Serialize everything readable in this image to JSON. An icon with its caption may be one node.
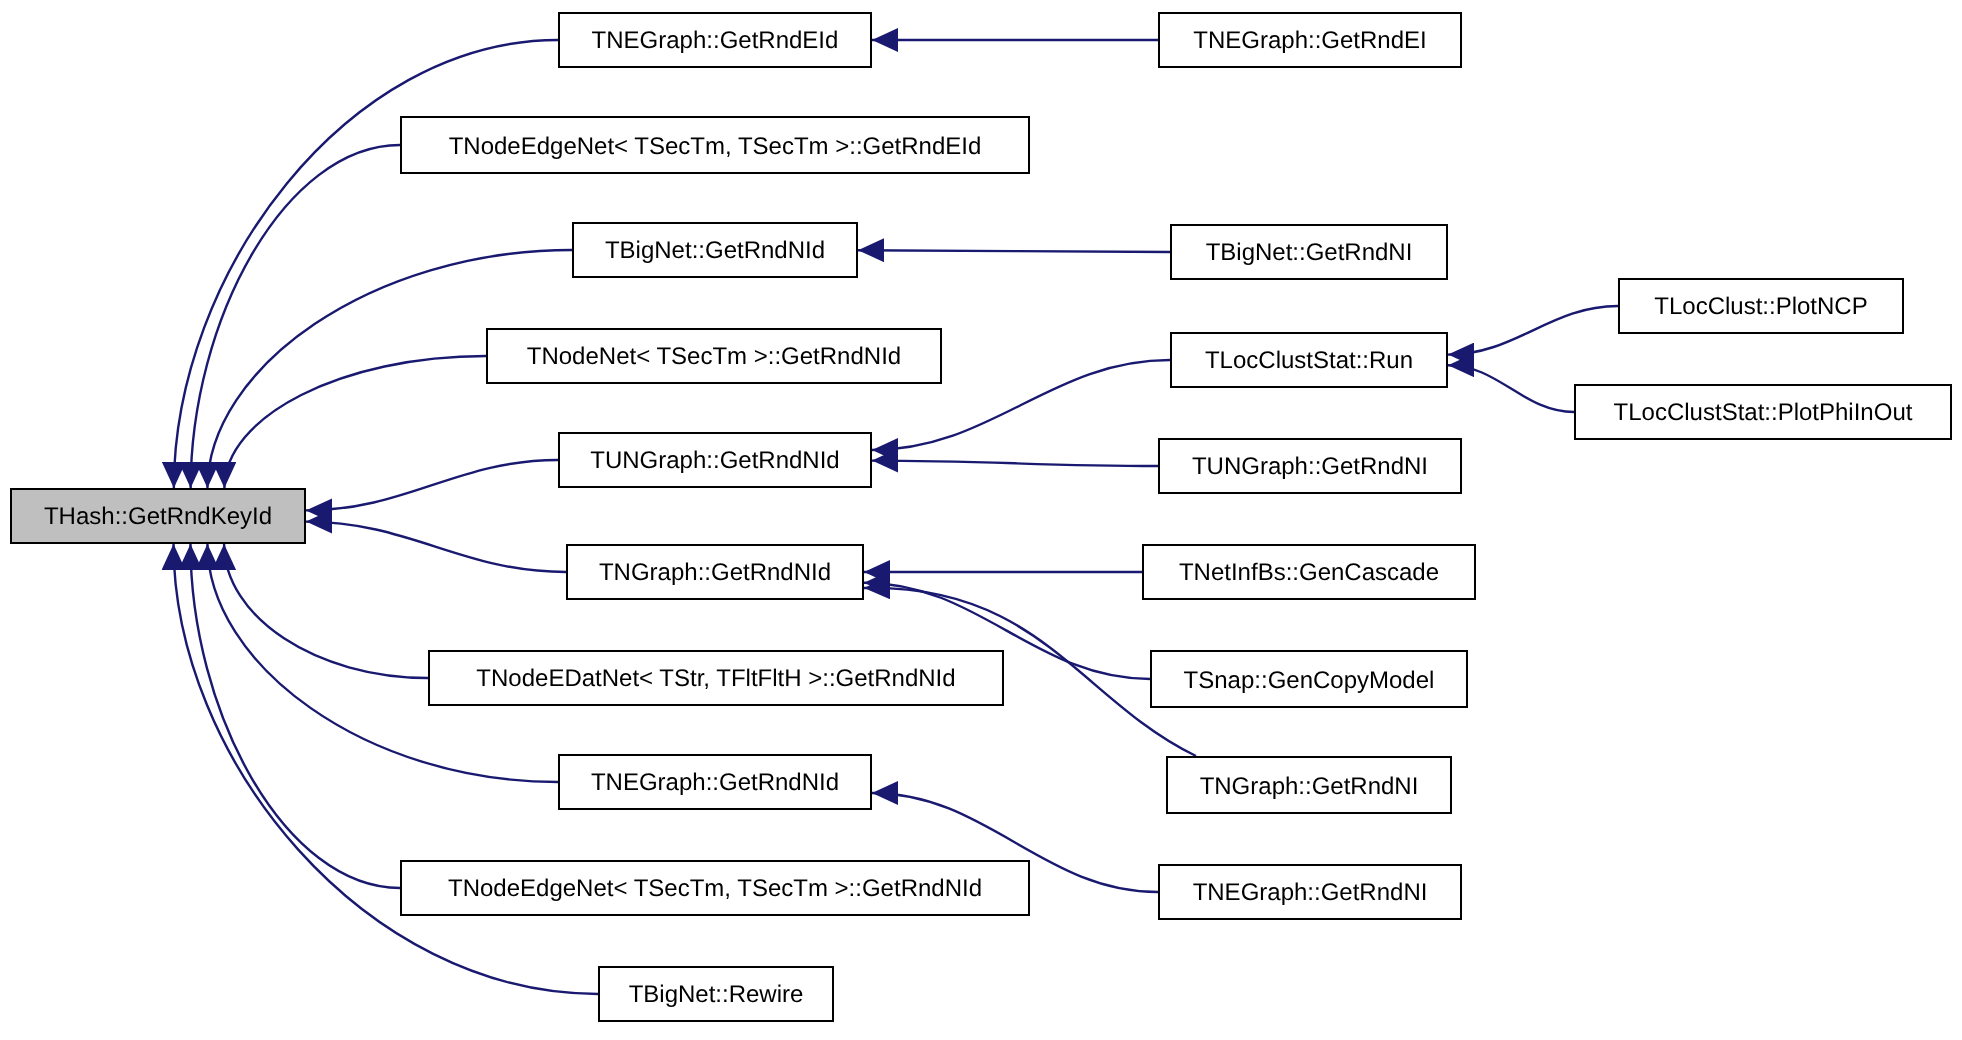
{
  "diagram": {
    "nodes": [
      {
        "text": [
          "THash::GetRndKeyId"
        ]
      },
      {
        "text": [
          "TNEGraph::GetRndEId"
        ]
      },
      {
        "text": [
          "TNEGraph::GetRndEI"
        ]
      },
      {
        "text": [
          "TNodeEdgeNet< TSecTm, TSecTm >::GetRndEId"
        ]
      },
      {
        "text": [
          "TBigNet::GetRndNId"
        ]
      },
      {
        "text": [
          "TBigNet::GetRndNI"
        ]
      },
      {
        "text": [
          "TLocClust::PlotNCP"
        ]
      },
      {
        "text": [
          "TNodeNet< TSecTm >::GetRndNId"
        ]
      },
      {
        "text": [
          "TLocClustStat::Run"
        ]
      },
      {
        "text": [
          "TLocClustStat::PlotPhiInOut"
        ]
      },
      {
        "text": [
          "TUNGraph::GetRndNId"
        ]
      },
      {
        "text": [
          "TUNGraph::GetRndNI"
        ]
      },
      {
        "text": [
          "TNGraph::GetRndNId"
        ]
      },
      {
        "text": [
          "TNetInfBs::GenCascade"
        ]
      },
      {
        "text": [
          "TNodeEDatNet< TStr, TFltFltH >::GetRndNId"
        ]
      },
      {
        "text": [
          "TSnap::GenCopyModel"
        ]
      },
      {
        "text": [
          "TNEGraph::GetRndNId"
        ]
      },
      {
        "text": [
          "TNGraph::GetRndNI"
        ]
      },
      {
        "text": [
          "TNodeEdgeNet< TSecTm, TSecTm >::GetRndNId"
        ]
      },
      {
        "text": [
          "TBigNet::Rewire"
        ]
      },
      {
        "text": [
          "TNEGraph::GetRndNI"
        ]
      }
    ],
    "edges": [
      {
        "from": 1,
        "to": 0,
        "arrow": "to"
      },
      {
        "from": 2,
        "to": 1,
        "arrow": "to"
      },
      {
        "from": 3,
        "to": 0,
        "arrow": "to"
      },
      {
        "from": 4,
        "to": 0,
        "arrow": "to"
      },
      {
        "from": 5,
        "to": 4,
        "arrow": "to"
      },
      {
        "from": 7,
        "to": 0,
        "arrow": "to"
      },
      {
        "from": 6,
        "to": 8,
        "arrow": "to"
      },
      {
        "from": 9,
        "to": 8,
        "arrow": "to"
      },
      {
        "from": 10,
        "to": 0,
        "arrow": "to"
      },
      {
        "from": 8,
        "to": 10,
        "arrow": "to"
      },
      {
        "from": 11,
        "to": 10,
        "arrow": "to"
      },
      {
        "from": 12,
        "to": 0,
        "arrow": "to"
      },
      {
        "from": 13,
        "to": 12,
        "arrow": "to"
      },
      {
        "from": 15,
        "to": 12,
        "arrow": "to"
      },
      {
        "from": 17,
        "to": 12,
        "arrow": "to"
      },
      {
        "from": 14,
        "to": 0,
        "arrow": "to"
      },
      {
        "from": 16,
        "to": 0,
        "arrow": "to"
      },
      {
        "from": 20,
        "to": 16,
        "arrow": "to"
      },
      {
        "from": 18,
        "to": 0,
        "arrow": "to"
      },
      {
        "from": 19,
        "to": 0,
        "arrow": "to"
      }
    ]
  }
}
